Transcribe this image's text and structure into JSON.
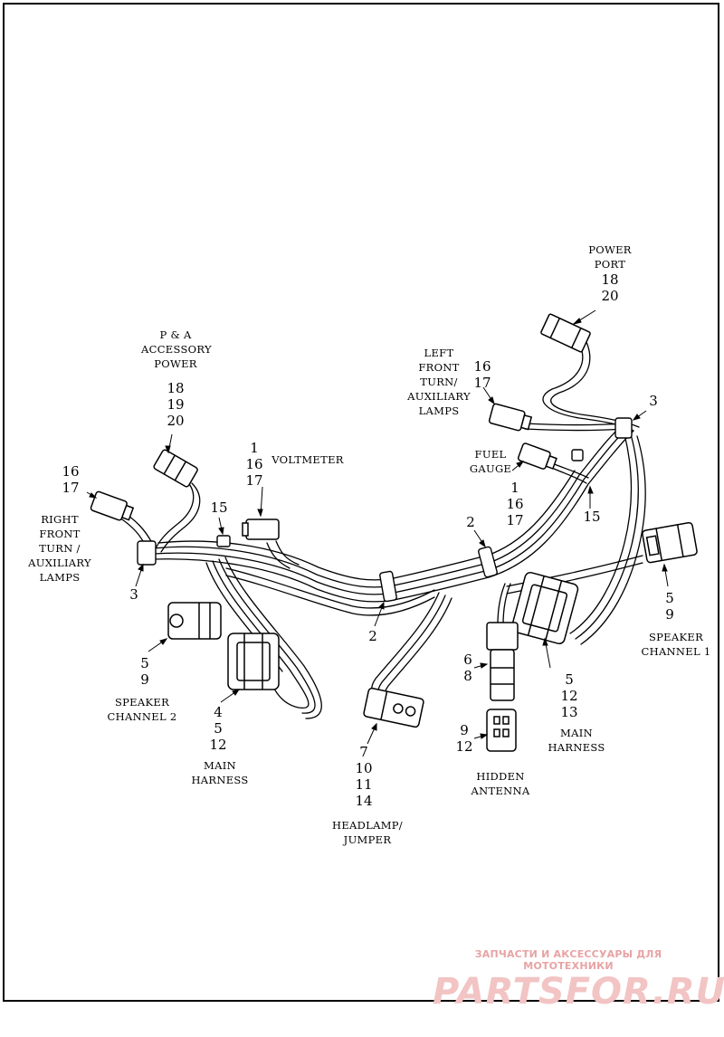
{
  "labels": {
    "power_port": {
      "caption": [
        "POWER",
        "PORT"
      ],
      "numbers": [
        "18",
        "20"
      ]
    },
    "left_front_turn": {
      "caption": [
        "LEFT",
        "FRONT",
        "TURN/",
        "AUXILIARY",
        "LAMPS"
      ],
      "numbers": [
        "16",
        "17"
      ]
    },
    "callout_3_upper": {
      "numbers": [
        "3"
      ]
    },
    "pa_accessory": {
      "caption": [
        "P & A",
        "ACCESSORY",
        "POWER"
      ],
      "numbers": [
        "18",
        "19",
        "20"
      ]
    },
    "voltmeter": {
      "numbers": [
        "1",
        "16",
        "17"
      ],
      "caption": [
        "VOLTMETER"
      ]
    },
    "fuel_gauge": {
      "caption": [
        "FUEL",
        "GAUGE"
      ],
      "numbers": [
        "1",
        "16",
        "17"
      ]
    },
    "right_front_turn": {
      "numbers": [
        "16",
        "17"
      ],
      "caption": [
        "RIGHT",
        "FRONT",
        "TURN /",
        "AUXILIARY",
        "LAMPS"
      ]
    },
    "callout_15_left": {
      "numbers": [
        "15"
      ]
    },
    "callout_15_right": {
      "numbers": [
        "15"
      ]
    },
    "callout_2_right": {
      "numbers": [
        "2"
      ]
    },
    "callout_2_left": {
      "numbers": [
        "2"
      ]
    },
    "callout_3_lower": {
      "numbers": [
        "3"
      ]
    },
    "speaker_channel_1": {
      "numbers": [
        "5",
        "9"
      ],
      "caption": [
        "SPEAKER",
        "CHANNEL 1"
      ]
    },
    "speaker_channel_2": {
      "numbers": [
        "5",
        "9"
      ],
      "caption": [
        "SPEAKER",
        "CHANNEL 2"
      ]
    },
    "main_harness_left": {
      "numbers": [
        "4",
        "5",
        "12"
      ],
      "caption": [
        "MAIN",
        "HARNESS"
      ]
    },
    "main_harness_right": {
      "numbers": [
        "5",
        "12",
        "13"
      ],
      "caption": [
        "MAIN",
        "HARNESS"
      ]
    },
    "connector_6_8": {
      "numbers": [
        "6",
        "8"
      ]
    },
    "hidden_antenna": {
      "numbers": [
        "9",
        "12"
      ],
      "caption": [
        "HIDDEN",
        "ANTENNA"
      ]
    },
    "headlamp_jumper": {
      "numbers": [
        "7",
        "10",
        "11",
        "14"
      ],
      "caption": [
        "HEADLAMP/",
        "JUMPER"
      ]
    }
  },
  "watermark": {
    "tagline": "ЗАПЧАСТИ И АКСЕССУАРЫ ДЛЯ МОТОТЕХНИКИ",
    "brand": "PARTSFOR.RU"
  }
}
